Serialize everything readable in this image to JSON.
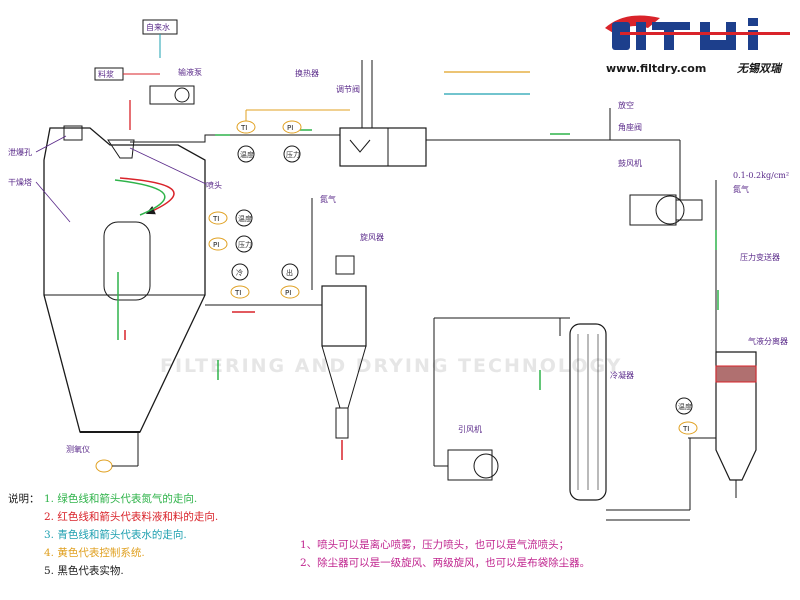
{
  "brand": {
    "url": "www.filtdry.com",
    "name_cn": "无锡双瑞",
    "watermark": "FILTERING AND DRYING TECHNOLOGY"
  },
  "labels": {
    "soft_water": "自来水",
    "feed": "料浆",
    "feed_pump": "输液泵",
    "heat_exchanger": "换热器",
    "regulating_valve": "调节阀",
    "vent": "放空",
    "angle_valve": "角座阀",
    "hot_air_fan": "鼓风机",
    "pressure": "0.1-0.2kg/cm²",
    "nitrogen_right": "氮气",
    "pressure_regulator": "压力变送器",
    "gas_separator": "气液分离器",
    "cooling_tower": "冷凝器",
    "exhaust_fan": "引风机",
    "cyclone": "旋风器",
    "nitrogen_top": "氮气",
    "oxygen_meter": "测氧仪",
    "dry_tower": "干燥塔",
    "explosion_vent": "泄爆孔",
    "nozzle": "喷头",
    "temp_gauge": "温度",
    "pressure_gauge": "压力",
    "cold": "冷",
    "out": "出",
    "ti": "TI",
    "pi": "PI"
  },
  "legend": {
    "title": "说明：",
    "items": [
      {
        "text": "1. 绿色线和箭头代表氮气的走向.",
        "color": "#2fb34a"
      },
      {
        "text": "2. 红色线和箭头代表料液和料的走向.",
        "color": "#d9232a"
      },
      {
        "text": "3. 青色线和箭头代表水的走向.",
        "color": "#1ea0b0"
      },
      {
        "text": "4. 黄色代表控制系统.",
        "color": "#e0a020"
      },
      {
        "text": "5. 黑色代表实物.",
        "color": "#1a1a1a"
      }
    ]
  },
  "notes": [
    "1、喷头可以是离心喷雾，压力喷头，也可以是气流喷头；",
    "2、除尘器可以是一级旋风、两级旋风，也可以是布袋除尘器。"
  ],
  "colors": {
    "nitrogen": "#2fb34a",
    "liquid": "#d9232a",
    "water": "#1ea0b0",
    "control": "#e0a020",
    "equipment": "#1a1a1a",
    "label": "#5a2a8a",
    "brand_blue": "#1d3f8c",
    "brand_red": "#d9232a"
  }
}
